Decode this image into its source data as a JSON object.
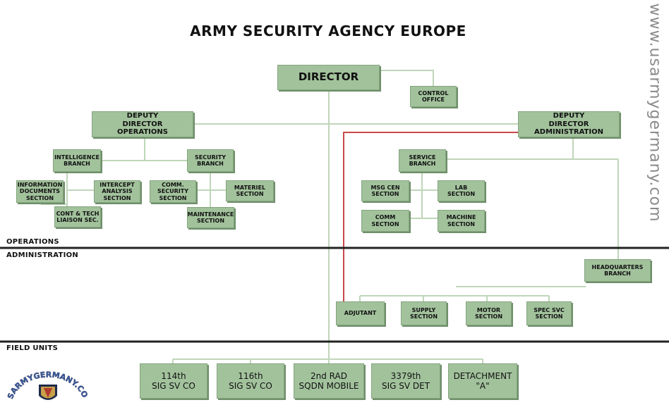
{
  "title": "ARMY SECURITY AGENCY EUROPE",
  "watermark": "www.usarmygermany.com",
  "sections": {
    "operations": "OPERATIONS",
    "administration": "ADMINISTRATION",
    "field_units": "FIELD UNITS"
  },
  "boxes": {
    "director": "DIRECTOR",
    "control_office": "CONTROL\nOFFICE",
    "deputy_operations": "DEPUTY\nDIRECTOR\nOPERATIONS",
    "deputy_administration": "DEPUTY\nDIRECTOR\nADMINISTRATION",
    "intelligence_branch": "INTELLIGENCE\nBRANCH",
    "security_branch": "SECURITY\nBRANCH",
    "information_documents": "INFORMATION\nDOCUMENTS\nSECTION",
    "intercept_analysis": "INTERCEPT\nANALYSIS\nSECTION",
    "cont_tech_liaison": "CONT & TECH\nLIAISON SEC.",
    "comm_security": "COMM.\nSECURITY\nSECTION",
    "materiel_section": "MATERIEL\nSECTION",
    "maintenance_section": "MAINTENANCE\nSECTION",
    "service_branch": "SERVICE\nBRANCH",
    "msg_cen_section": "MSG CEN\nSECTION",
    "lab_section": "LAB\nSECTION",
    "comm_section": "COMM\nSECTION",
    "machine_section": "MACHINE\nSECTION",
    "headquarters_branch": "HEADQUARTERS\nBRANCH",
    "adjutant": "ADJUTANT",
    "supply_section": "SUPPLY\nSECTION",
    "motor_section": "MOTOR\nSECTION",
    "spec_svc_section": "SPEC SVC\nSECTION"
  },
  "field_units": [
    "114th\nSIG SV CO",
    "116th\nSIG SV CO",
    "2nd RAD\nSQDN MOBILE",
    "3379th\nSIG SV DET",
    "DETACHMENT\n\"A\""
  ],
  "logo": {
    "text": "USARMYGERMANY.COM",
    "colors": {
      "text": "#3f5fa8",
      "shield": "#c8a048",
      "outline": "#1e2a4a"
    }
  },
  "colors": {
    "box_fill": "#a2c29c",
    "box_border": "#84a47e",
    "connector": "#bfd6b9",
    "adjutant_line": "#c9474a",
    "divider": "#222222"
  }
}
